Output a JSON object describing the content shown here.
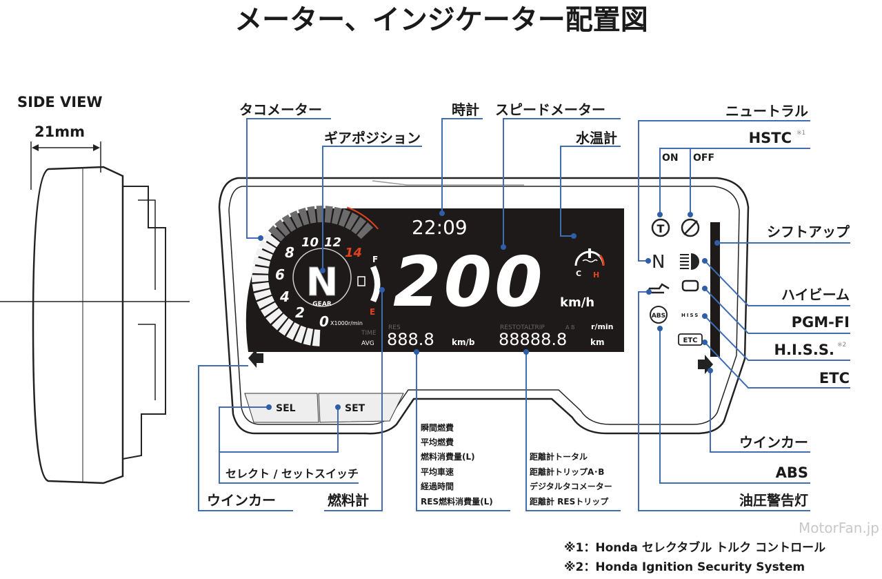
{
  "title": "メーター、インジケーター配置図",
  "side_view": {
    "label": "SIDE VIEW",
    "dimension": "21mm"
  },
  "labels": {
    "tachometer": "タコメーター",
    "gear_position": "ギアポジション",
    "clock": "時計",
    "speedometer": "スピードメーター",
    "water_temp": "水温計",
    "neutral": "ニュートラル",
    "hstc": "HSTC",
    "hstc_note": "※1",
    "hstc_on": "ON",
    "hstc_off": "OFF",
    "shift_up": "シフトアップ",
    "high_beam": "ハイビーム",
    "pgm_fi": "PGM-FI",
    "hiss": "H.I.S.S.",
    "hiss_note": "※2",
    "etc": "ETC",
    "winker_right": "ウインカー",
    "abs": "ABS",
    "oil_warning": "油圧警告灯",
    "winker_left": "ウインカー",
    "select_set_switch": "セレクト / セットスイッチ",
    "fuel_gauge": "燃料計"
  },
  "fuel_list": [
    "瞬間燃費",
    "平均燃費",
    "燃料消費量(L)",
    "平均車速",
    "経過時間",
    "RES燃料消費量(L)"
  ],
  "odo_list": [
    "距離計トータル",
    "距離計トリップA･B",
    "デジタルタコメーター",
    "距離計 RESトリップ"
  ],
  "buttons": {
    "sel": "SEL",
    "set": "SET"
  },
  "lcd": {
    "clock": "22:09",
    "speed": "200",
    "speed_unit": "km/h",
    "gear": "N",
    "gear_label": "GEAR",
    "tach_ticks": [
      "0",
      "2",
      "4",
      "6",
      "8",
      "10",
      "12",
      "14"
    ],
    "tach_unit": "X1000r/min",
    "fuel_f": "F",
    "fuel_e": "E",
    "temp_c": "C",
    "temp_h": "H",
    "res_left": "RES",
    "time_label": "TIME",
    "avg_label": "AVG",
    "left_value": "888.8",
    "left_unit": "km/b",
    "odo_header": "RESTOTALTRIP",
    "odo_ab": "A B",
    "odo_rpm": "r/min",
    "odo_value": "88888.8",
    "odo_unit": "km",
    "icon_abs": "ABS",
    "icon_etc": "ETC",
    "icon_hiss": "HISS",
    "icon_n": "N"
  },
  "footnotes": [
    "※1：Honda セレクタブル トルク コントロール",
    "※2：Honda Ignition Security System"
  ],
  "watermark": "MotorFan.jp",
  "colors": {
    "leader": "#3f6db3",
    "red": "#e0421e",
    "lcd": "#1e1a19"
  }
}
